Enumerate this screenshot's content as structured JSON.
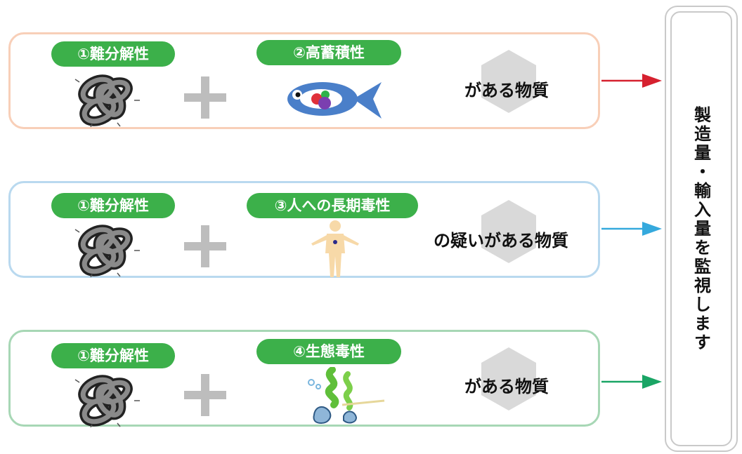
{
  "rows": [
    {
      "badge1": "①難分解性",
      "badge2": "②高蓄積性",
      "result": "がある物質",
      "border_color": "#f8cfb8",
      "arrow_color": "#d6212f",
      "icon2": "fish-icon"
    },
    {
      "badge1": "①難分解性",
      "badge2": "③人への長期毒性",
      "result": "の疑いがある物質",
      "border_color": "#b9d9ef",
      "arrow_color": "#35a9dd",
      "icon2": "human-figure-icon"
    },
    {
      "badge1": "①難分解性",
      "badge2": "④生態毒性",
      "result": "がある物質",
      "border_color": "#a7d7b5",
      "arrow_color": "#1aa565",
      "icon2": "ecotoxic-icon"
    }
  ],
  "chain_icon": "chain-icon",
  "plus_icon": "plus-icon",
  "monitor": "製造量・輸入量を監視します",
  "colors": {
    "badge": "#3cb04a",
    "plus": "#bdbdbd",
    "hex": "#d9d9d9"
  }
}
